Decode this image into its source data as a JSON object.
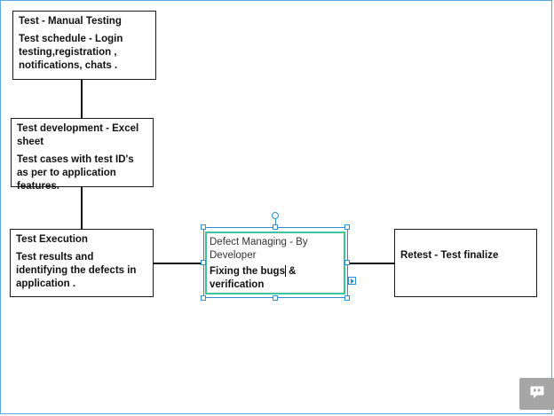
{
  "boxes": [
    {
      "title": "Test  - Manual Testing",
      "body": "Test schedule - Login testing,registration , notifications, chats ."
    },
    {
      "title": "Test  development - Excel sheet",
      "body": "Test cases with test ID's as per to application features."
    },
    {
      "title": "Test  Execution",
      "body": "Test results and identifying the defects in application ."
    },
    {
      "title": "Defect Managing - By Developer",
      "body_part1": "Fixing the bugs",
      "body_part2": " & verification"
    },
    {
      "title": "Retest - Test finalize"
    }
  ],
  "colors": {
    "selection": "#2d8fd0",
    "selected_border": "#3cc4a0",
    "canvas_border": "#5aa9e0"
  },
  "icons": {
    "comment": "quote-bubble-icon"
  }
}
